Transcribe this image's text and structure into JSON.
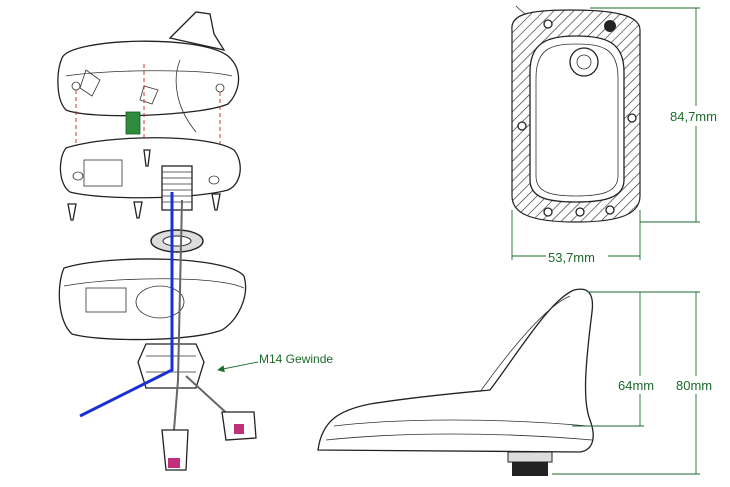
{
  "dimensions": {
    "height_top": "84,7mm",
    "width_top": "53,7mm",
    "height_body": "64mm",
    "height_total": "80mm"
  },
  "callouts": {
    "thread": "M14 Gewinde"
  },
  "colors": {
    "dimension_lines": "#1b6b2b",
    "guide_lines": "#cc2222",
    "cable": "#1a2fd6",
    "pcb": "#2e8b3d",
    "connector": "#c0307a"
  }
}
